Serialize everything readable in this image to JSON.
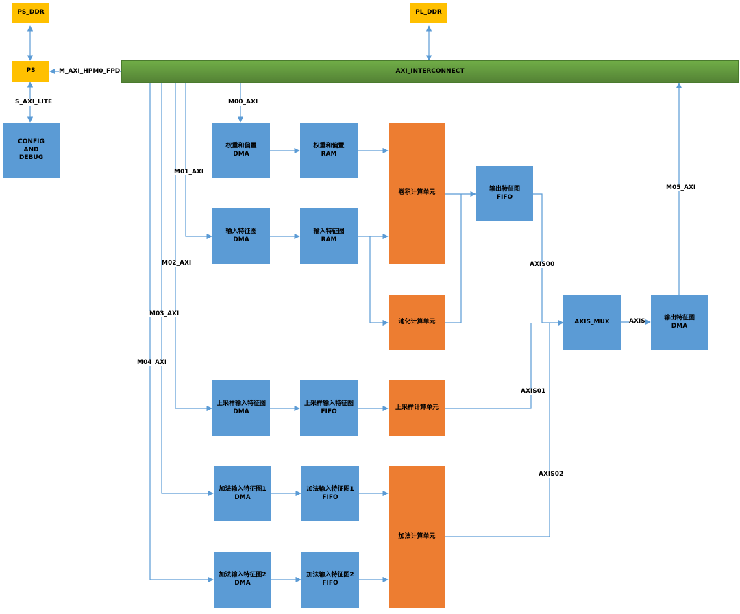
{
  "colors": {
    "yellow": "#ffc000",
    "blue": "#5b9bd5",
    "orange": "#ed7d31",
    "green": "#70ad47",
    "wire": "#5b9bd5"
  },
  "blocks": {
    "ps_ddr": "PS_DDR",
    "pl_ddr": "PL_DDR",
    "ps": "PS",
    "axi_interconnect": "AXI_INTERCONNECT",
    "config_debug": [
      "CONFIG",
      "AND",
      "DEBUG"
    ],
    "weight_dma": [
      "权重和偏置",
      "DMA"
    ],
    "weight_ram": [
      "权重和偏置",
      "RAM"
    ],
    "conv_unit": "卷积计算单元",
    "out_fifo": [
      "输出特征图",
      "FIFO"
    ],
    "in_dma": [
      "输入特征图",
      "DMA"
    ],
    "in_ram": [
      "输入特征图",
      "RAM"
    ],
    "pool_unit": "池化计算单元",
    "axis_mux": "AXIS_MUX",
    "out_dma": [
      "输出特征图",
      "DMA"
    ],
    "up_dma": [
      "上采样输入特征图",
      "DMA"
    ],
    "up_fifo": [
      "上采样输入特征图",
      "FIFO"
    ],
    "up_unit": "上采样计算单元",
    "add1_dma": [
      "加法输入特征图1",
      "DMA"
    ],
    "add1_fifo": [
      "加法输入特征图1",
      "FIFO"
    ],
    "add_unit": "加法计算单元",
    "add2_dma": [
      "加法输入特征图2",
      "DMA"
    ],
    "add2_fifo": [
      "加法输入特征图2",
      "FIFO"
    ]
  },
  "labels": {
    "m_axi_hpm0_fpd": "M_AXI_HPM0_FPD",
    "s_axi_lite": "S_AXI_LITE",
    "m00_axi": "M00_AXI",
    "m01_axi": "M01_AXI",
    "m02_axi": "M02_AXI",
    "m03_axi": "M03_AXI",
    "m04_axi": "M04_AXI",
    "m05_axi": "M05_AXI",
    "axis00": "AXIS00",
    "axis01": "AXIS01",
    "axis02": "AXIS02",
    "axis": "AXIS"
  }
}
